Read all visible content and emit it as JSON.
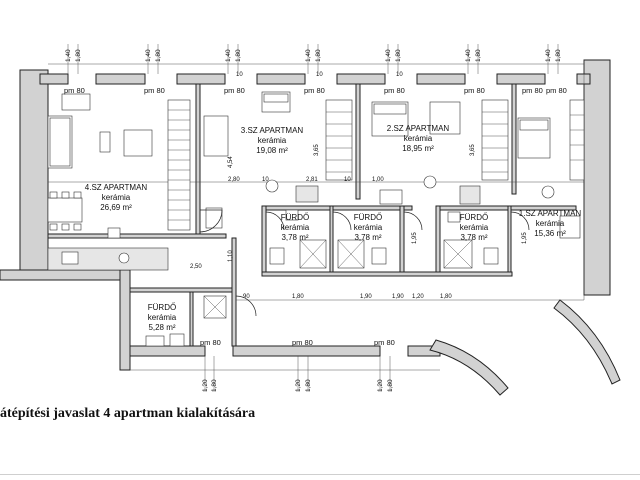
{
  "caption": "átépítési javaslat 4 apartman kialakítására",
  "rooms": [
    {
      "id": "apt4",
      "name": "4.SZ APARTMAN",
      "floor": "kerámia",
      "area": "26,69 m²"
    },
    {
      "id": "apt3",
      "name": "3.SZ APARTMAN",
      "floor": "kerámia",
      "area": "19,08 m²"
    },
    {
      "id": "apt2",
      "name": "2.SZ APARTMAN",
      "floor": "kerámia",
      "area": "18,95 m²"
    },
    {
      "id": "apt1",
      "name": "1.SZ APARTMAN",
      "floor": "kerámia",
      "area": "15,36 m²"
    },
    {
      "id": "bath1",
      "name": "FÜRDŐ",
      "floor": "kerámia",
      "area": "3,78 m²"
    },
    {
      "id": "bath2",
      "name": "FÜRDŐ",
      "floor": "kerámia",
      "area": "3,78 m²"
    },
    {
      "id": "bath3",
      "name": "FÜRDŐ",
      "floor": "kerámia",
      "area": "3,78 m²"
    },
    {
      "id": "bath4",
      "name": "FÜRDŐ",
      "floor": "kerámia",
      "area": "5,28 m²"
    }
  ],
  "window_labels": {
    "top": [
      "pm 80",
      "pm 80",
      "pm 80",
      "pm 80",
      "pm 80",
      "pm 80",
      "pm 80",
      "pm 80"
    ],
    "bottom": [
      "pm 80",
      "pm 80",
      "pm 80"
    ]
  },
  "top_dims": [
    "1,40",
    "1,80",
    "1,40",
    "1,80",
    "1,40",
    "1,80",
    "1,40",
    "1,80",
    "1,40",
    "1,80",
    "1,40",
    "1,80",
    "1,40",
    "1,80"
  ],
  "bottom_dims": [
    "1,20",
    "1,80",
    "1,20",
    "1,80",
    "1,20",
    "1,80"
  ],
  "inner_dims": [
    "2,80",
    "10",
    "2,81",
    "10",
    "1,00",
    "2,50",
    "1,95",
    "1,95",
    "1,10",
    "90",
    "1,80",
    "1,90",
    "1,90",
    "1,20",
    "1,80",
    "4,54",
    "3,65",
    "3,65",
    "10",
    "10",
    "10"
  ]
}
